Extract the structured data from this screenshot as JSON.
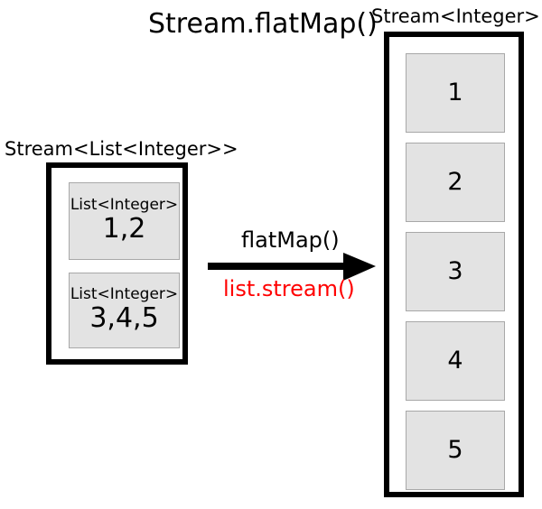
{
  "diagram": {
    "title": "Stream.flatMap()",
    "background_color": "#ffffff",
    "accent_color": "#ff0000",
    "cell_fill_color": "#e3e3e3",
    "border_color": "#000000",
    "input": {
      "type_label": "Stream<List<Integer>>",
      "elements": [
        {
          "type_label": "List<Integer>",
          "value": "1,2"
        },
        {
          "type_label": "List<Integer>",
          "value": "3,4,5"
        }
      ]
    },
    "transform": {
      "operation_label": "flatMap()",
      "mapper_label": "list.stream()",
      "arrow_direction": "right"
    },
    "output": {
      "type_label": "Stream<Integer>",
      "elements": [
        {
          "value": "1"
        },
        {
          "value": "2"
        },
        {
          "value": "3"
        },
        {
          "value": "4"
        },
        {
          "value": "5"
        }
      ]
    }
  }
}
